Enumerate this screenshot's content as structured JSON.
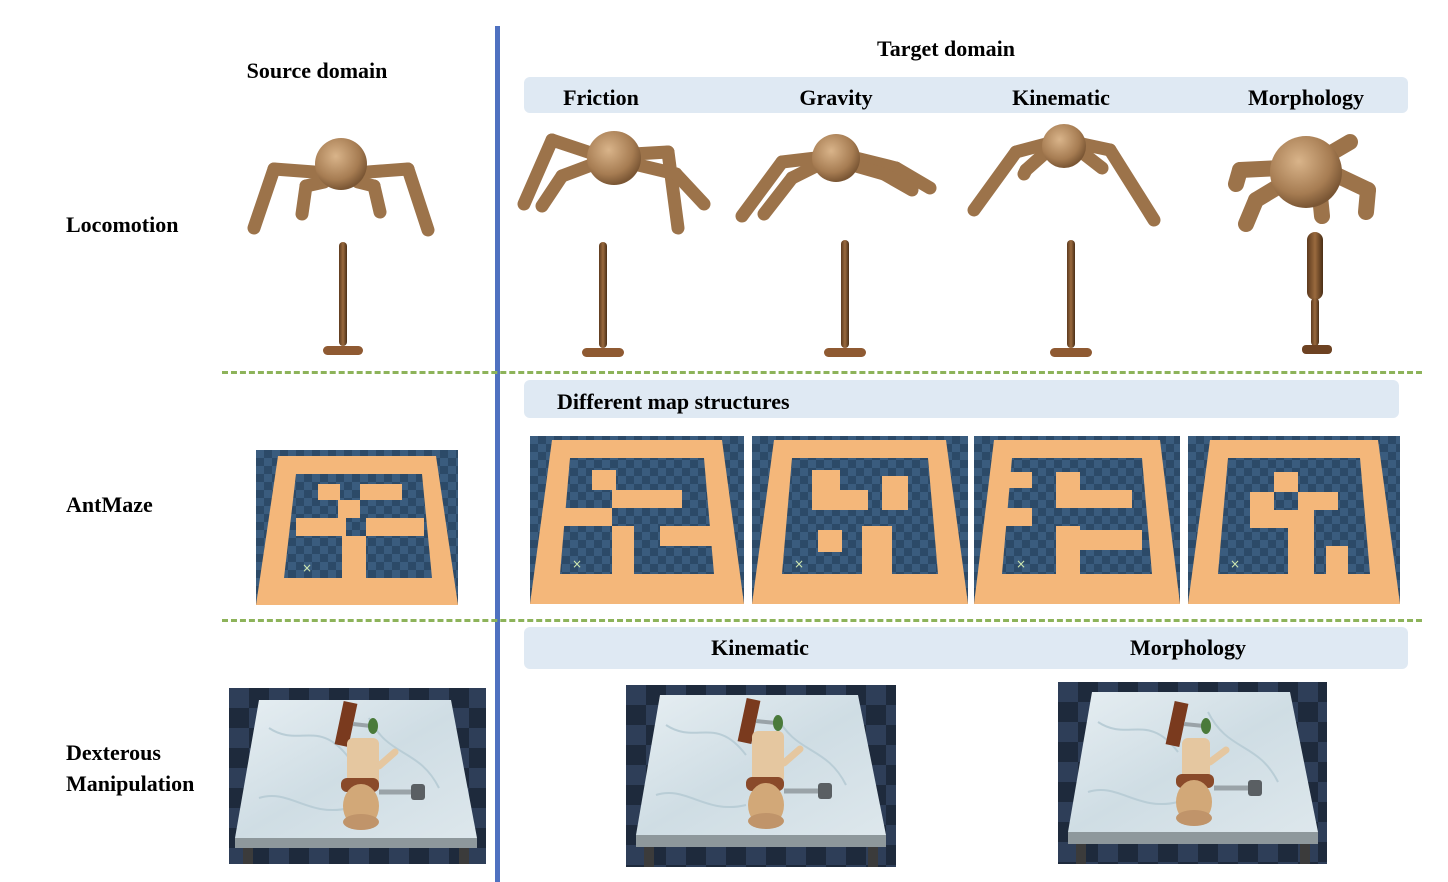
{
  "headers": {
    "source": "Source domain",
    "target": "Target domain"
  },
  "rows": {
    "locomotion": "Locomotion",
    "antmaze": "AntMaze",
    "dex_line1": "Dexterous",
    "dex_line2": "Manipulation"
  },
  "locomotion_targets": [
    "Friction",
    "Gravity",
    "Kinematic",
    "Morphology"
  ],
  "antmaze_banner": "Different map structures",
  "dex_targets": [
    "Kinematic",
    "Morphology"
  ],
  "colors": {
    "divider": "#4f71c0",
    "dashed": "#8db35a",
    "banner": "#dfe9f3",
    "robot": "#b48a5c",
    "maze_wall": "#f4b77a",
    "maze_floor": "#2f4f6e"
  }
}
